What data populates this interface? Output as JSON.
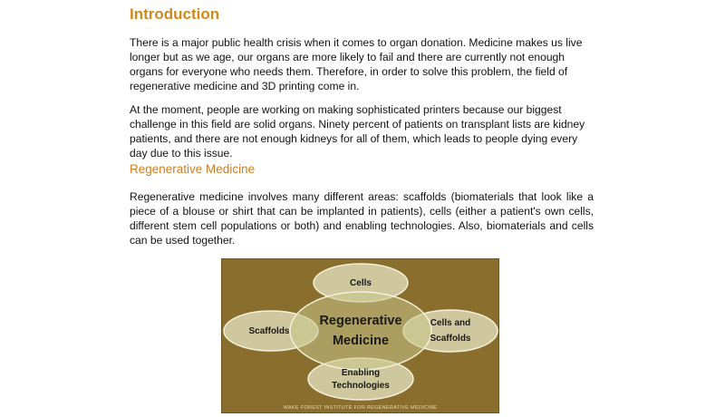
{
  "intro": {
    "heading": "Introduction",
    "p1": "There is a major public health crisis when it comes to organ donation. Medicine makes us live longer but as we age, our organs are more likely to fail and there are currently not enough organs for everyone who needs them. Therefore, in order to solve this problem, the field of regenerative medicine and 3D printing come in.",
    "p2": "At the moment, people are working on making sophisticated printers because our biggest challenge in this field are solid organs. Ninety percent of patients on transplant lists are kidney patients, and there are not enough kidneys for all of them, which leads to people dying every day due to this issue."
  },
  "regen": {
    "heading": "Regenerative Medicine",
    "p1": "Regenerative medicine involves many different areas: scaffolds (biomaterials that look like a piece of a blouse or shirt that can be implanted in patients), cells (either a patient's own cells, different stem cell populations or both) and enabling technologies. Also, biomaterials and cells can be used together."
  },
  "diagram": {
    "center_line1": "Regenerative",
    "center_line2": "Medicine",
    "top": "Cells",
    "left": "Scaffolds",
    "right_line1": "Cells and",
    "right_line2": "Scaffolds",
    "bottom_line1": "Enabling",
    "bottom_line2": "Technologies",
    "credit": "WAKE FOREST INSTITUTE FOR REGENERATIVE MEDICINE",
    "colors": {
      "background": "#8a6e2e",
      "ellipse_fill": "#e6e6c4",
      "center_fill": "#c9c68a",
      "ellipse_stroke": "#f2f0d8"
    }
  }
}
